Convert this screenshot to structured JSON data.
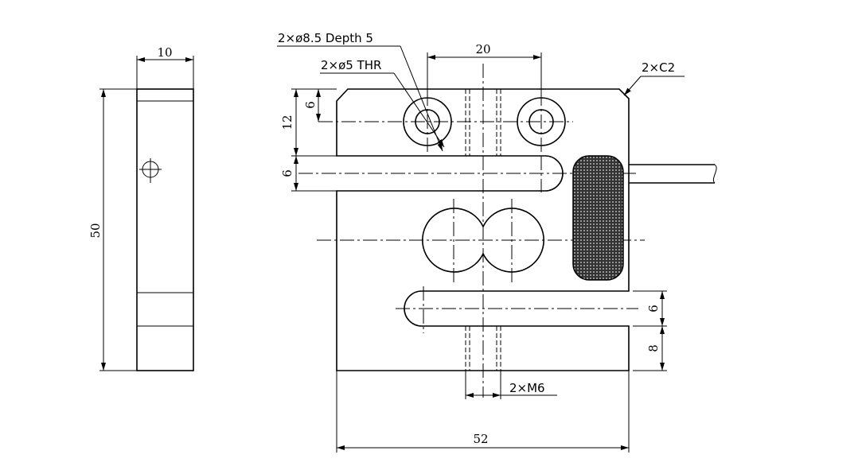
{
  "drawing": {
    "side_view": {
      "width_dim": "10",
      "height_dim": "50"
    },
    "front_view": {
      "counterbore_note": "2×ø8.5 Depth 5",
      "through_hole_note": "2×ø5 THR",
      "hole_spacing_dim": "20",
      "chamfer_note": "2×C2",
      "top_hole_offset_dim": "6",
      "top_bar_dim": "12",
      "upper_slot_dim": "6",
      "lower_slot_dim": "6",
      "bottom_bar_dim": "8",
      "thread_note": "2×M6",
      "total_width_dim": "52"
    },
    "colors": {
      "line": "#000000",
      "background": "#ffffff"
    }
  }
}
